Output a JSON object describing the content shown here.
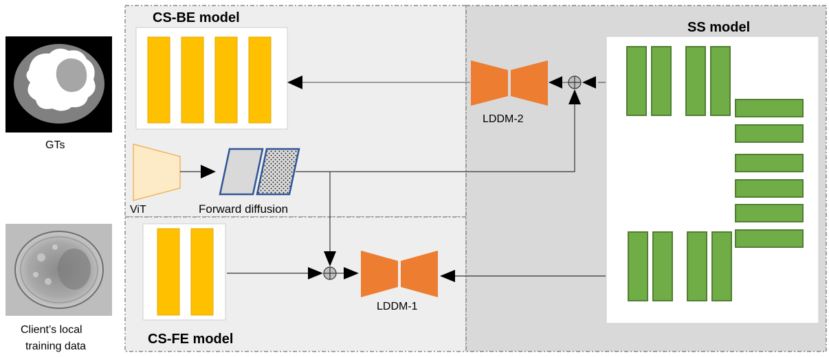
{
  "labels": {
    "cs_be_model": "CS-BE model",
    "ss_model": "SS model",
    "cs_fe_model": "CS-FE model",
    "lddm_2": "LDDM-2",
    "lddm_1": "LDDM-1",
    "vit": "ViT",
    "forward_diffusion": "Forward diffusion",
    "gts": "GTs",
    "client_data_line1": "Client’s local",
    "client_data_line2": "training data"
  },
  "colors": {
    "orange_block": "#ffc000",
    "green_block": "#70ad47",
    "lddm": "#ed7d31",
    "vit_fill": "#fdebc8",
    "diffusion_border": "#2f5597",
    "panel_light": "#eeeeee",
    "panel_dark": "#d9d9d9"
  },
  "icons": {
    "combine_node": "circle-plus-icon",
    "gt_image": "segmentation-mask-image",
    "client_image": "cell-microscopy-image"
  }
}
